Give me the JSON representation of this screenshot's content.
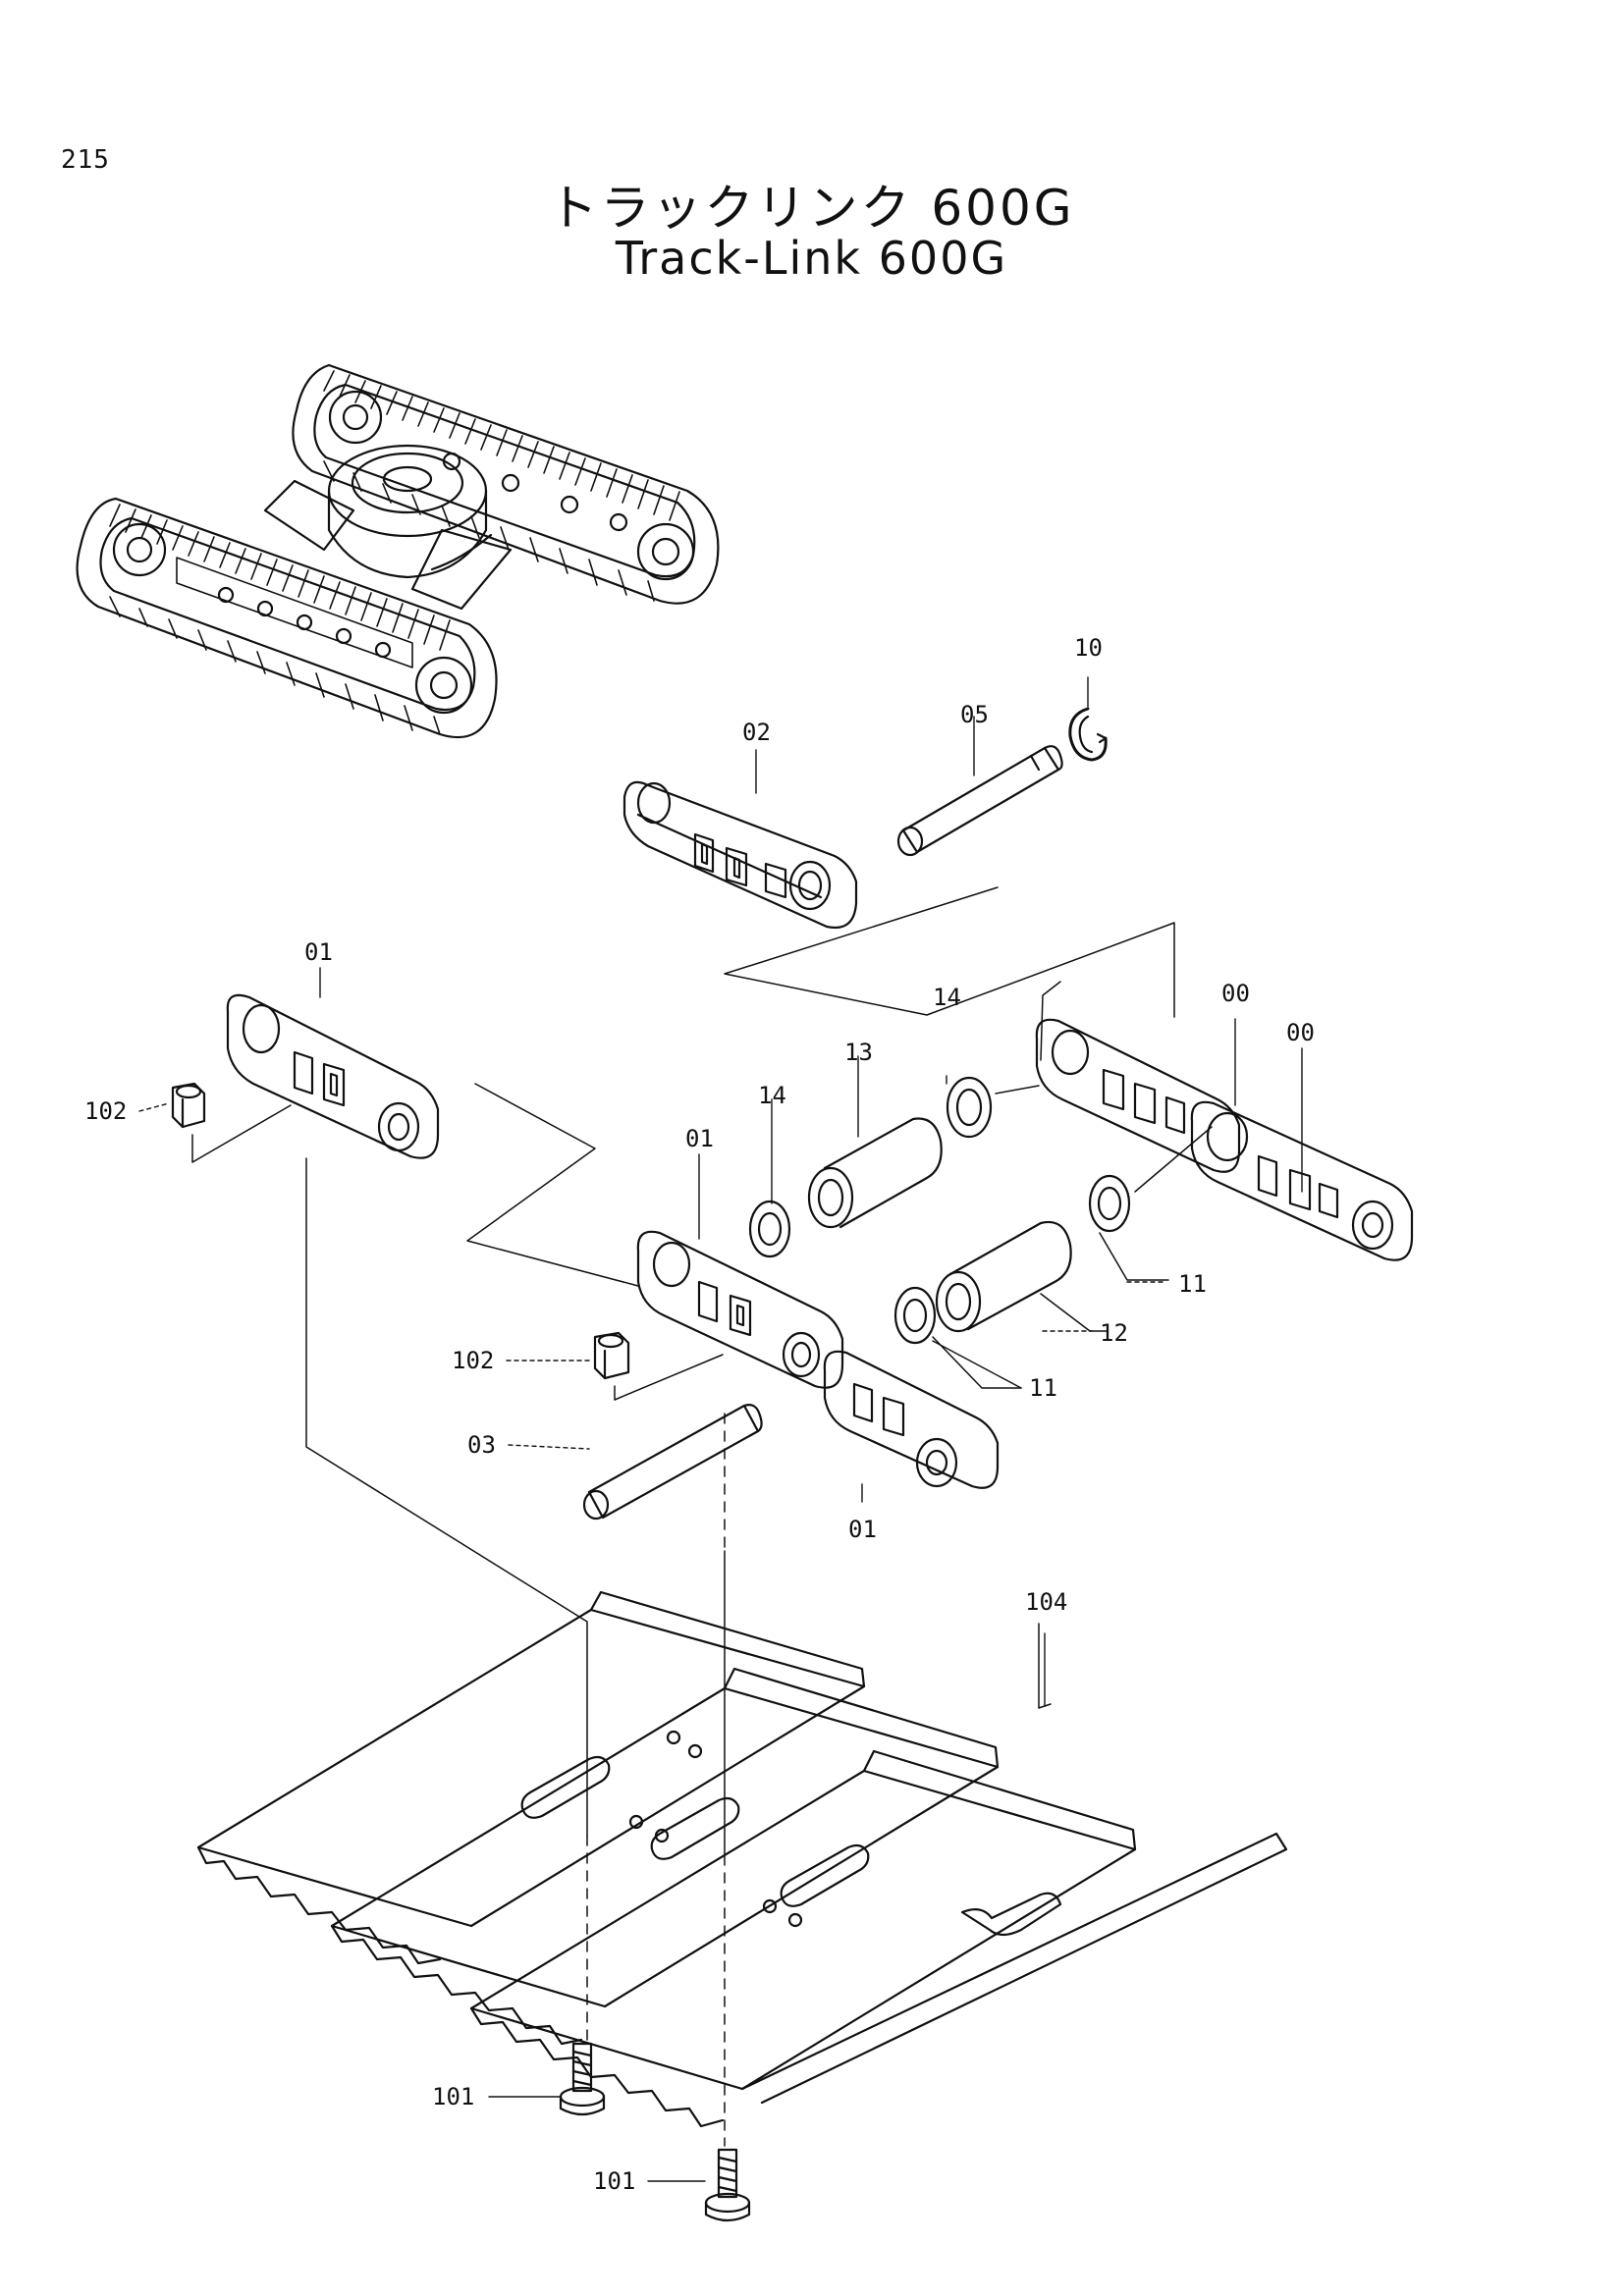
{
  "page": {
    "number": "215"
  },
  "title": {
    "japanese": "トラックリンク 600G",
    "english": "Track-Link 600G"
  },
  "callouts": {
    "c10": "10",
    "c05": "05",
    "c02": "02",
    "c01_top": "01",
    "c102_top": "102",
    "c00_a": "00",
    "c00_b": "00",
    "c14_a": "14",
    "c13": "13",
    "c14_b": "14",
    "c01_mid": "01",
    "c11_a": "11",
    "c12": "12",
    "c11_b": "11",
    "c102_mid": "102",
    "c03": "03",
    "c01_bot": "01",
    "c104": "104",
    "c101_a": "101",
    "c101_b": "101"
  }
}
